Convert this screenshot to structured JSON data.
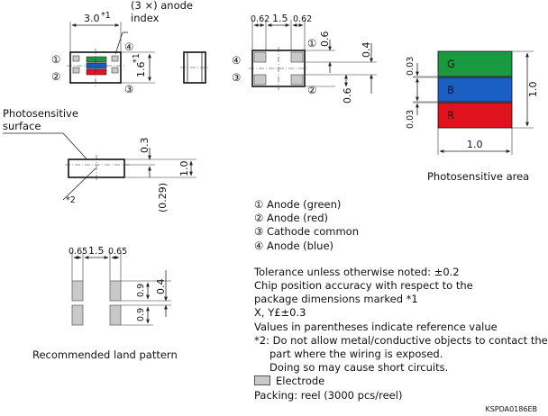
{
  "top_view": {
    "width_dim": "3.0",
    "width_dim_sup": "*1",
    "height_dim": "1.6",
    "height_dim_sup": "*1",
    "index_label_1": "(3 ×) anode",
    "index_label_2": "index",
    "markers": [
      "①",
      "②",
      "③",
      "④"
    ]
  },
  "pad_view": {
    "dims_top": [
      "0.62",
      "1.5",
      "0.62"
    ],
    "dim_06_a": "0.6",
    "dim_04": "0.4",
    "dim_06_b": "0.6",
    "markers": [
      "①",
      "②",
      "③",
      "④"
    ]
  },
  "photo_area": {
    "labels": [
      "G",
      "B",
      "R"
    ],
    "colors": {
      "G": "#1a9a40",
      "B": "#1a5fc4",
      "R": "#e0121d"
    },
    "dim_gap_top": "0.03",
    "dim_gap_bottom": "0.03",
    "dim_height": "1.0",
    "dim_width": "1.0",
    "caption": "Photosensitive area"
  },
  "side_view": {
    "label_1": "Photosensitive",
    "label_2": "surface",
    "dim_03": "0.3",
    "dim_10": "1.0",
    "dim_029": "(0.29)",
    "note_mark": "*2"
  },
  "land_pattern": {
    "dims_top": [
      "0.65",
      "1.5",
      "0.65"
    ],
    "dim_09_a": "0.9",
    "dim_04": "0.4",
    "dim_09_b": "0.9",
    "caption": "Recommended land pattern"
  },
  "legend": {
    "items": [
      "① Anode (green)",
      "② Anode (red)",
      "③ Cathode common",
      "④ Anode (blue)"
    ]
  },
  "notes": {
    "tolerance": "Tolerance unless otherwise noted: ±0.2",
    "chip_1": "Chip position accuracy with respect to the",
    "chip_2": "package dimensions marked *1",
    "chip_3": "X, Y£±0.3",
    "ref": "Values in parentheses indicate reference value",
    "n2_1": "*2: Do not allow metal/conductive objects to contact the",
    "n2_2": "part where the wiring is exposed.",
    "n2_3": "Doing so may cause short circuits.",
    "electrode": "Electrode",
    "packing": "Packing: reel (3000 pcs/reel)"
  },
  "doc_code": "KSPDA0186EB"
}
